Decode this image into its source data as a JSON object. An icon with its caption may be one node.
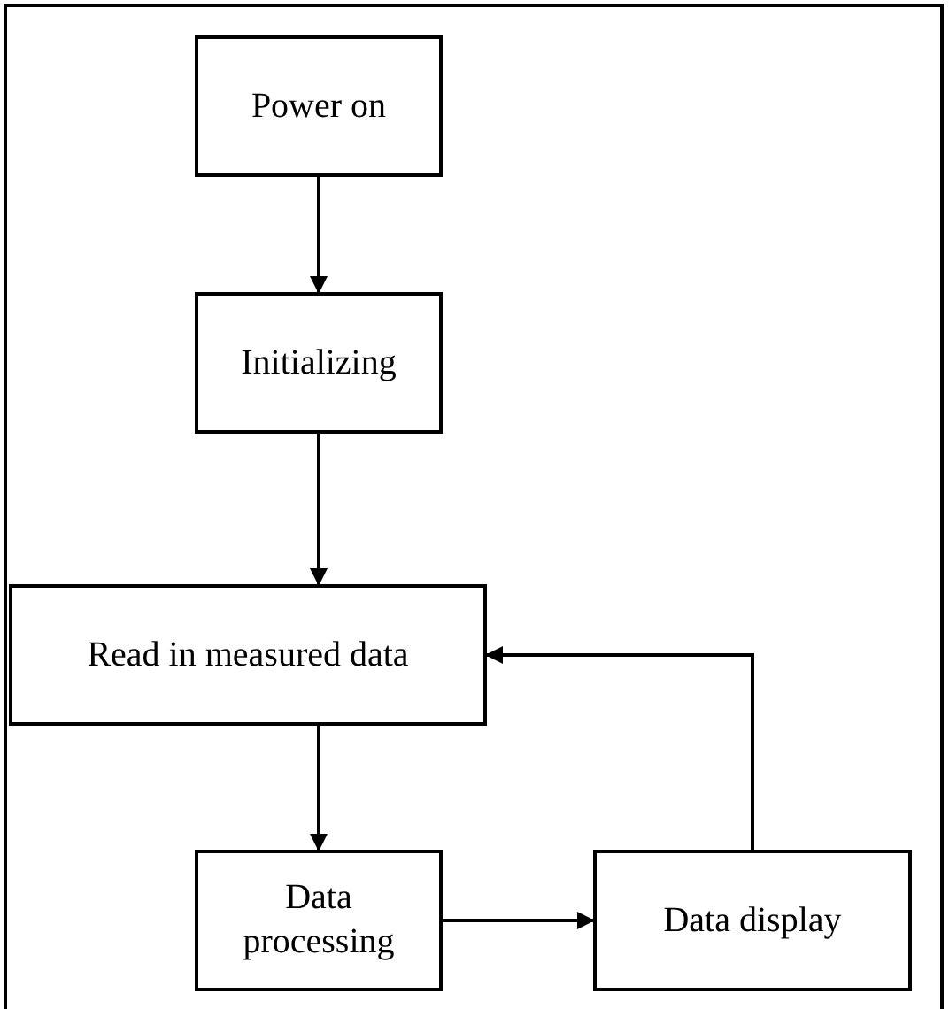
{
  "diagram": {
    "nodes": [
      {
        "text": [
          "Power on"
        ]
      },
      {
        "text": [
          "Initializing"
        ]
      },
      {
        "text": [
          "Read in measured data"
        ]
      },
      {
        "text": [
          "Data processing"
        ]
      },
      {
        "text": [
          "Data display"
        ]
      }
    ],
    "edges": [
      {
        "from": 0,
        "to": 1,
        "arrow": "to"
      },
      {
        "from": 1,
        "to": 2,
        "arrow": "to"
      },
      {
        "from": 2,
        "to": 3,
        "arrow": "to"
      },
      {
        "from": 3,
        "to": 4,
        "arrow": "to"
      },
      {
        "from": 4,
        "to": 2,
        "arrow": "to"
      }
    ]
  }
}
